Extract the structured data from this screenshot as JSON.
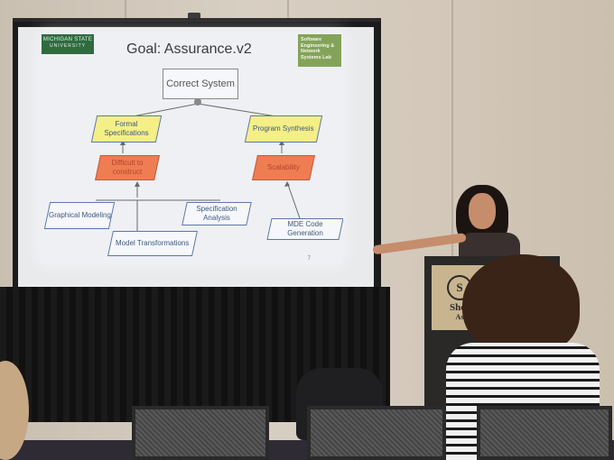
{
  "slide": {
    "logo": {
      "line1": "MICHIGAN STATE",
      "line2": "UNIVERSITY"
    },
    "title": "Goal: Assurance.v2",
    "lab_badge": [
      "Software",
      "Engineering &",
      "Network",
      "Systems Lab"
    ],
    "page_number": "7",
    "nodes": {
      "root": "Correct System",
      "formal_specs": "Formal Specifications",
      "program_synthesis": "Program Synthesis",
      "difficult": "Difficult to construct",
      "scalability": "Scalability",
      "graphical_modeling": "Graphical Modeling",
      "spec_analysis": "Specification Analysis",
      "model_transformations": "Model Transformations",
      "mde_codegen": "MDE Code Generation"
    }
  },
  "podium_sign": {
    "monogram": "S",
    "text": "Sher",
    "sub": "As"
  },
  "colors": {
    "goal_yellow": "#f4ef87",
    "obstacle_red": "#ef7d52",
    "node_border": "#5b77a8",
    "msu_green": "#2f6b3f",
    "lab_green": "#84a35a"
  }
}
